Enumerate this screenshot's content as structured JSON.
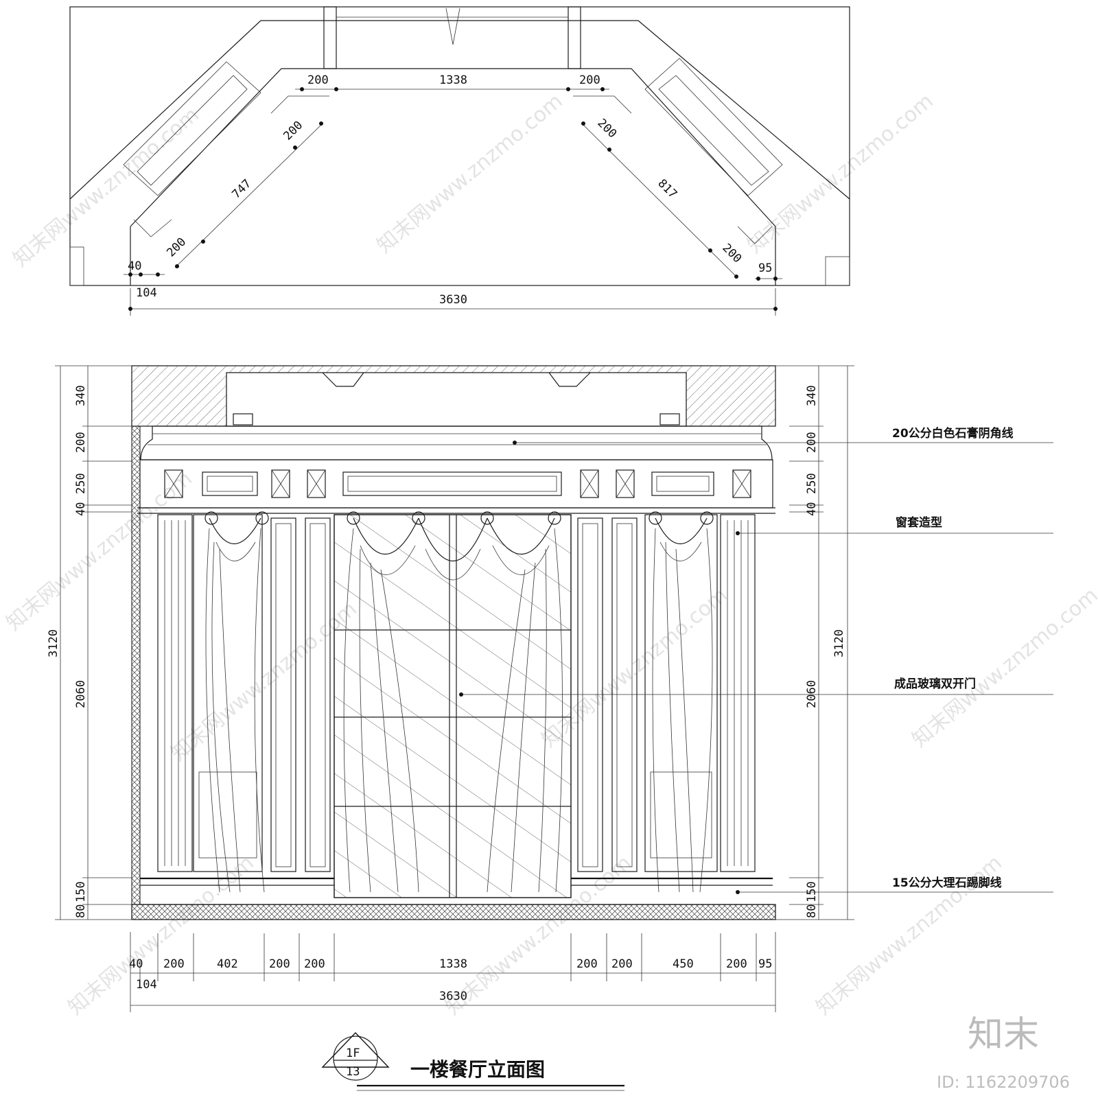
{
  "plan": {
    "dims_top": [
      "200",
      "1338",
      "200"
    ],
    "dims_diag_left": [
      "200",
      "747",
      "200"
    ],
    "dims_diag_right": [
      "200",
      "817",
      "200"
    ],
    "dims_bottom_left": [
      "40",
      "104"
    ],
    "dims_bottom_right": "95",
    "total_width": "3630"
  },
  "elevation": {
    "left_heights": [
      "340",
      "200",
      "250",
      "40",
      "2060",
      "150",
      "80"
    ],
    "right_heights": [
      "340",
      "200",
      "250",
      "40",
      "2060",
      "150",
      "80"
    ],
    "total_height": "3120",
    "bottom_dims": [
      "40",
      "200",
      "402",
      "200",
      "200",
      "1338",
      "200",
      "200",
      "450",
      "200",
      "95"
    ],
    "bottom_extra": "104",
    "total_width": "3630"
  },
  "callouts": [
    "20公分白色石膏阴角线",
    "窗套造型",
    "成品玻璃双开门",
    "15公分大理石踢脚线"
  ],
  "title_block": {
    "floor": "1F",
    "sheet": "13",
    "title": "一楼餐厅立面图"
  },
  "watermark": {
    "text": "知末网www.znzmo.com",
    "brand": "知末",
    "id_label": "ID: 1162209706"
  }
}
